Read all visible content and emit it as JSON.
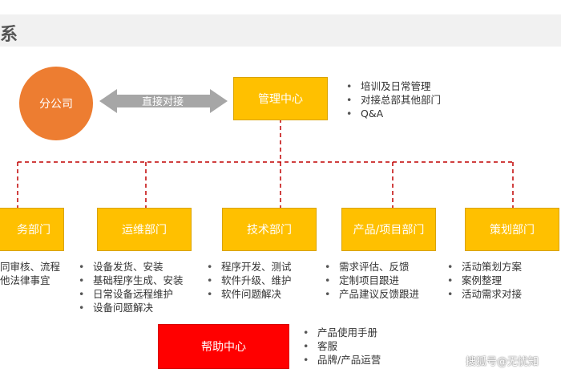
{
  "title": "系",
  "company": "分公司",
  "link_label": "直接对接",
  "center": {
    "label": "管理中心",
    "bullets": [
      "培训及日常管理",
      "对接总部其他部门",
      "Q&A"
    ]
  },
  "departments": [
    {
      "label": "务部门",
      "bullets": [
        "同审核、流程",
        "他法律事宜"
      ]
    },
    {
      "label": "运维部门",
      "bullets": [
        "设备发货、安装",
        "基础程序生成、安装",
        "日常设备远程维护",
        "设备问题解决"
      ]
    },
    {
      "label": "技术部门",
      "bullets": [
        "程序开发、测试",
        "软件升级、维护",
        "软件问题解决"
      ]
    },
    {
      "label": "产品/项目部门",
      "bullets": [
        "需求评估、反馈",
        "定制项目跟进",
        "产品建议反馈跟进"
      ]
    },
    {
      "label": "策划部门",
      "bullets": [
        "活动策划方案",
        "案例整理",
        "活动需求对接"
      ]
    }
  ],
  "help": {
    "label": "帮助中心",
    "bullets": [
      "产品使用手册",
      "客服",
      "品牌/产品运营"
    ]
  },
  "watermark": "搜狐号@无忧知",
  "colors": {
    "box": "#ffc000",
    "circle": "#ed7d31",
    "help": "#ff0000",
    "connector": "#c00000",
    "arrow": "#a6a6a6"
  }
}
